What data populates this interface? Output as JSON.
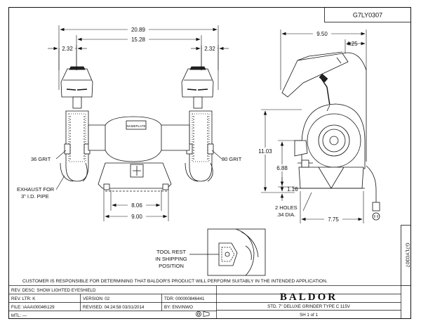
{
  "drawing_number": "G7LY0307",
  "dimensions": {
    "overall_width": "20.89",
    "wheel_centers": "15.28",
    "left_overhang": "2.32",
    "right_overhang": "2.32",
    "base_inner": "8.06",
    "base_outer": "9.00",
    "side_depth": "9.50",
    "side_shield": "4.25",
    "overall_height": "11.03",
    "center_height": "6.88",
    "base_height": "1.16",
    "base_depth": "7.75"
  },
  "labels": {
    "nameplate": "NAMEPLATE",
    "left_grit": "36 GRIT",
    "right_grit": "80 GRIT",
    "exhaust_line1": "EXHAUST FOR",
    "exhaust_line2": "3\" I.D. PIPE",
    "holes_line1": "2 HOLES",
    "holes_line2": ".34 DIA.",
    "tool_rest_line1": "TOOL REST",
    "tool_rest_line2": "IN SHIPPING",
    "tool_rest_line3": "POSITION"
  },
  "disclaimer": "CUSTOMER IS RESPONSIBLE FOR DETERMINING THAT BALDOR'S PRODUCT WILL PERFORM SUITABLY IN THE INTENDED APPLICATION.",
  "title_block": {
    "rev_desc": "REV. DESC: SHOW LIGHTED EYESHIELD",
    "rev_ltr": "REV. LTR: K",
    "version": "VERSION: 02",
    "tdr": "TDR: 000000846441",
    "file": "FILE: \\AAA\\00046\\129",
    "revised": "REVISED: 04:24:58 03/31/2014",
    "by": "BY: ENVINWO",
    "mtl": "MTL: —",
    "brand": "BALDOR",
    "description": "STD. 7\" DELUXE GRINDER  TYPE C  115V",
    "sheet": "SH 1 of 1"
  }
}
